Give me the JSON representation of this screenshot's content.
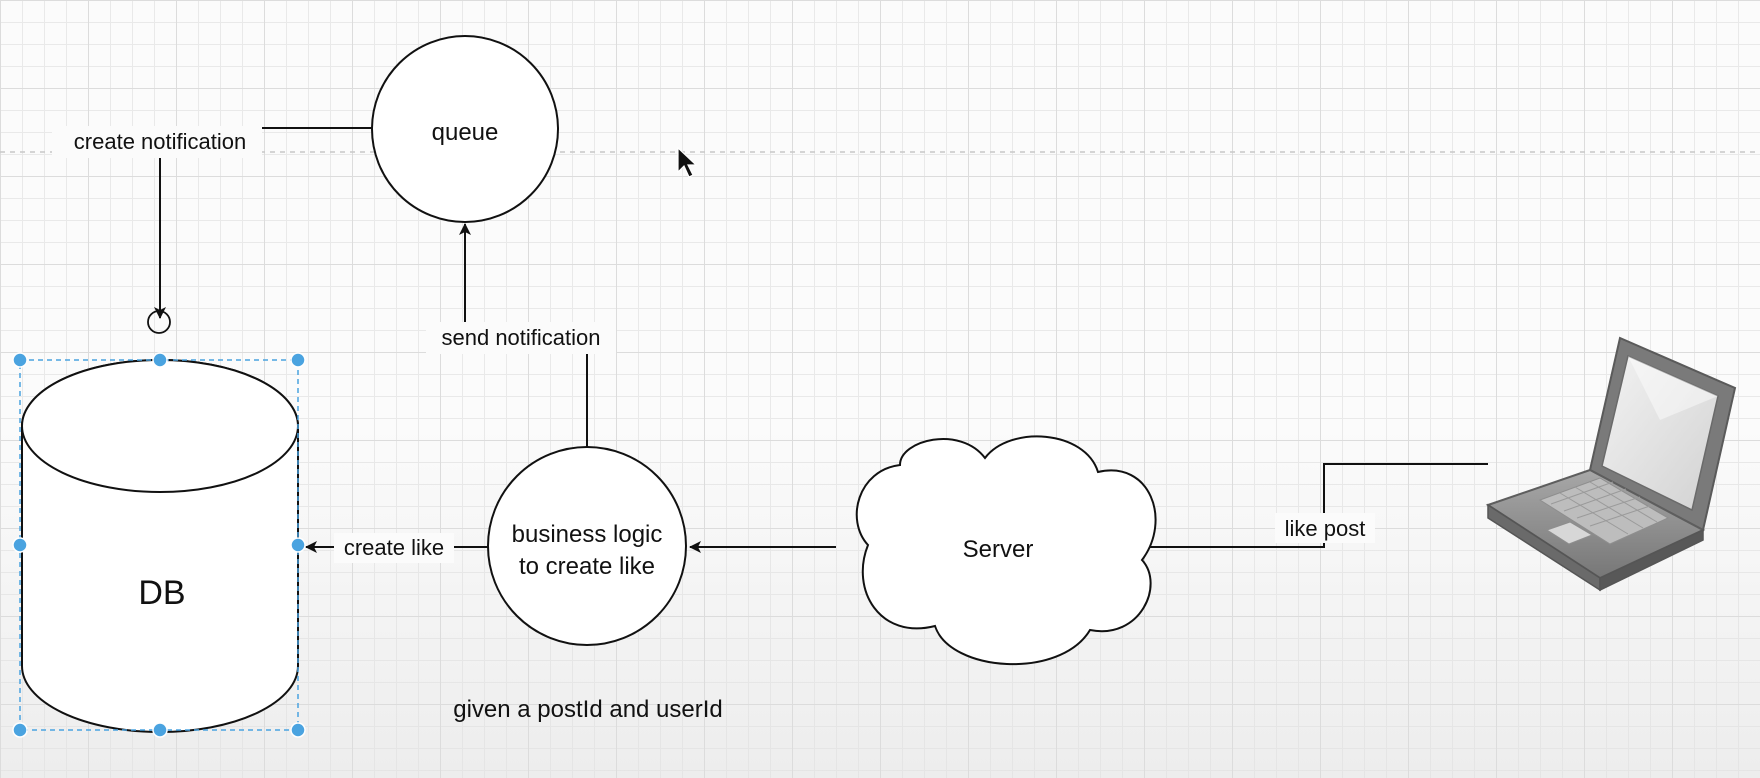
{
  "nodes": {
    "queue": "queue",
    "db": "DB",
    "business_logic": [
      "business logic",
      "to create like"
    ],
    "server": "Server"
  },
  "edges": {
    "create_notification": "create notification",
    "send_notification": "send notification",
    "create_like": "create like",
    "like_post": "like post"
  },
  "annotation": "given a postId and userId",
  "colors": {
    "stroke": "#111111",
    "selection": "#4aa3e0",
    "grid": "#e9e9e9"
  },
  "icons": [
    "laptop-icon",
    "cursor-icon",
    "connection-point-icon"
  ]
}
